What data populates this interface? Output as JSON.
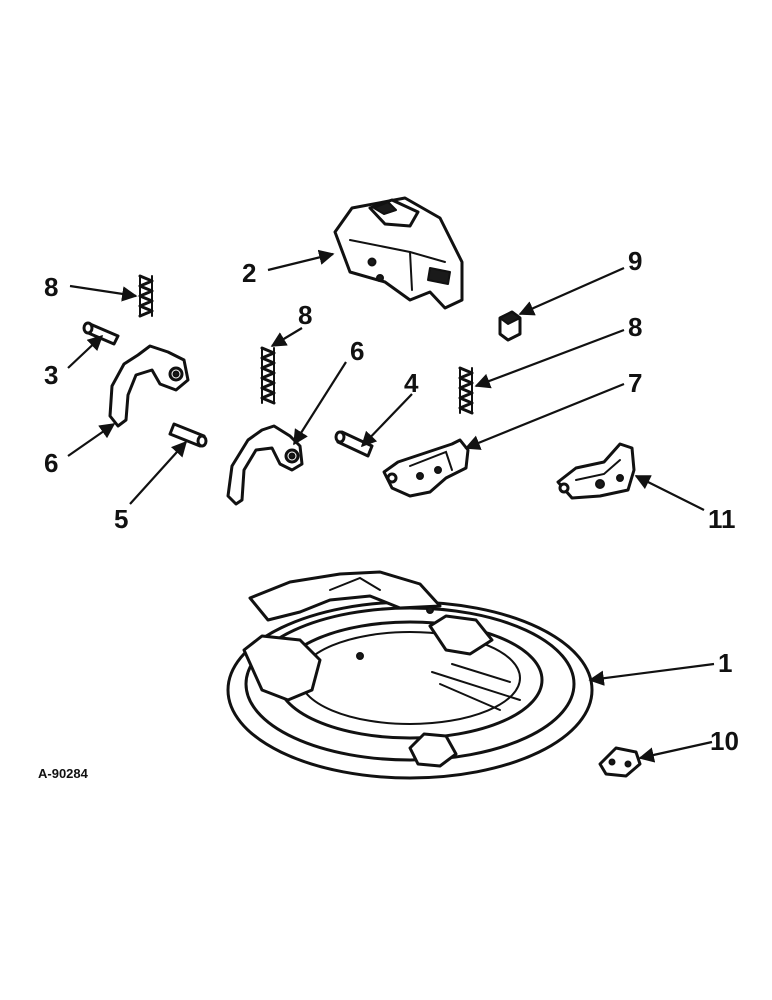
{
  "figure_code": "A-90284",
  "callouts": [
    {
      "id": "c2",
      "label": "2"
    },
    {
      "id": "c9",
      "label": "9"
    },
    {
      "id": "c8a",
      "label": "8"
    },
    {
      "id": "c3",
      "label": "3"
    },
    {
      "id": "c6a",
      "label": "6"
    },
    {
      "id": "c8b",
      "label": "8"
    },
    {
      "id": "c6b",
      "label": "6"
    },
    {
      "id": "c5",
      "label": "5"
    },
    {
      "id": "c4",
      "label": "4"
    },
    {
      "id": "c8c",
      "label": "8"
    },
    {
      "id": "c7",
      "label": "7"
    },
    {
      "id": "c11",
      "label": "11"
    },
    {
      "id": "c1",
      "label": "1"
    },
    {
      "id": "c10",
      "label": "10"
    }
  ]
}
